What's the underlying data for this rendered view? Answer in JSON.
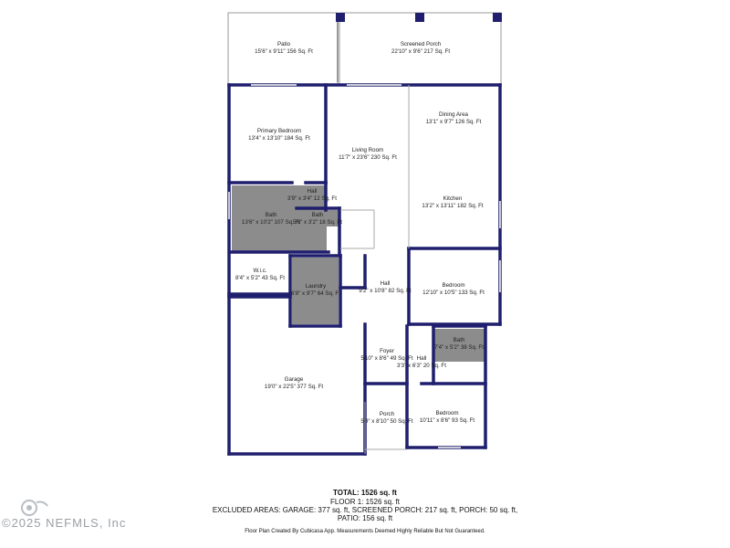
{
  "rooms": {
    "patio": {
      "name": "Patio",
      "dims": "15'6\" x 9'11\" 156 Sq. Ft"
    },
    "screened_porch": {
      "name": "Screened Porch",
      "dims": "22'10\" x 9'6\" 217 Sq. Ft"
    },
    "primary_bedroom": {
      "name": "Primary Bedroom",
      "dims": "13'4\" x 13'10\" 184 Sq. Ft"
    },
    "dining_area": {
      "name": "Dining Area",
      "dims": "13'1\" x 9'7\" 126 Sq. Ft"
    },
    "living_room": {
      "name": "Living Room",
      "dims": "11'7\" x 23'6\" 230 Sq. Ft"
    },
    "hall_1": {
      "name": "Hall",
      "dims": "3'9\" x 3'4\" 12 Sq. Ft"
    },
    "kitchen": {
      "name": "Kitchen",
      "dims": "13'2\" x 13'11\" 182 Sq. Ft"
    },
    "bath_primary": {
      "name": "Bath",
      "dims": "13'6\" x 10'2\" 107 Sq. Ft"
    },
    "bath_small": {
      "name": "Bath",
      "dims": "5'8\" x 3'2\" 18 Sq. Ft"
    },
    "wic": {
      "name": "W.i.c.",
      "dims": "8'4\" x 5'2\" 43 Sq. Ft"
    },
    "laundry": {
      "name": "Laundry",
      "dims": "6'8\" x 9'7\" 64 Sq. Ft"
    },
    "hall_2": {
      "name": "Hall",
      "dims": "9'2\" x 10'8\" 82 Sq. Ft"
    },
    "bedroom_1": {
      "name": "Bedroom",
      "dims": "12'10\" x 10'5\" 133 Sq. Ft"
    },
    "bath_2": {
      "name": "Bath",
      "dims": "7'4\" x 5'2\" 38 Sq. Ft"
    },
    "foyer": {
      "name": "Foyer",
      "dims": "5'10\" x 8'6\" 49 Sq. Ft"
    },
    "hall_3": {
      "name": "Hall",
      "dims": "3'3\" x 6'3\" 20 Sq. Ft"
    },
    "garage": {
      "name": "Garage",
      "dims": "19'0\" x 22'5\" 377 Sq. Ft"
    },
    "porch": {
      "name": "Porch",
      "dims": "5'9\" x 8'10\" 50 Sq. Ft"
    },
    "bedroom_2": {
      "name": "Bedroom",
      "dims": "10'11\" x 8'6\" 93 Sq. Ft"
    }
  },
  "summary": {
    "total": "TOTAL: 1526 sq. ft",
    "floor": "FLOOR 1: 1526 sq. ft",
    "excluded": "EXCLUDED AREAS: GARAGE: 377 sq. ft, SCREENED PORCH: 217 sq. ft, PORCH: 50 sq. ft,",
    "patio": "PATIO: 156 sq. ft"
  },
  "credit": "Floor Plan Created By Cubicasa App. Measurements Deemed Highly Reliable But Not Guaranteed.",
  "watermark": "©2025 NEFMLS, Inc",
  "colors": {
    "wall": "#1f1f6e",
    "bath_fill": "#8c8c8c",
    "thin_wall": "#aaaaaa"
  }
}
